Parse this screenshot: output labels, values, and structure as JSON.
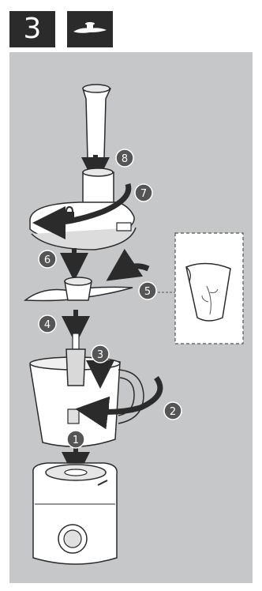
{
  "step": {
    "number": "3",
    "icon": "blade-icon"
  },
  "callouts": [
    {
      "label": "8"
    },
    {
      "label": "7"
    },
    {
      "label": "6"
    },
    {
      "label": "5"
    },
    {
      "label": "4"
    },
    {
      "label": "3"
    },
    {
      "label": "2"
    },
    {
      "label": "1"
    }
  ],
  "colors": {
    "panel": "#c6c7c9",
    "step_box": "#2b2b2b",
    "line": "#2b2b2b",
    "callout": "#555555",
    "part_fill": "#ffffff",
    "part_shade": "#d9d9d9"
  }
}
